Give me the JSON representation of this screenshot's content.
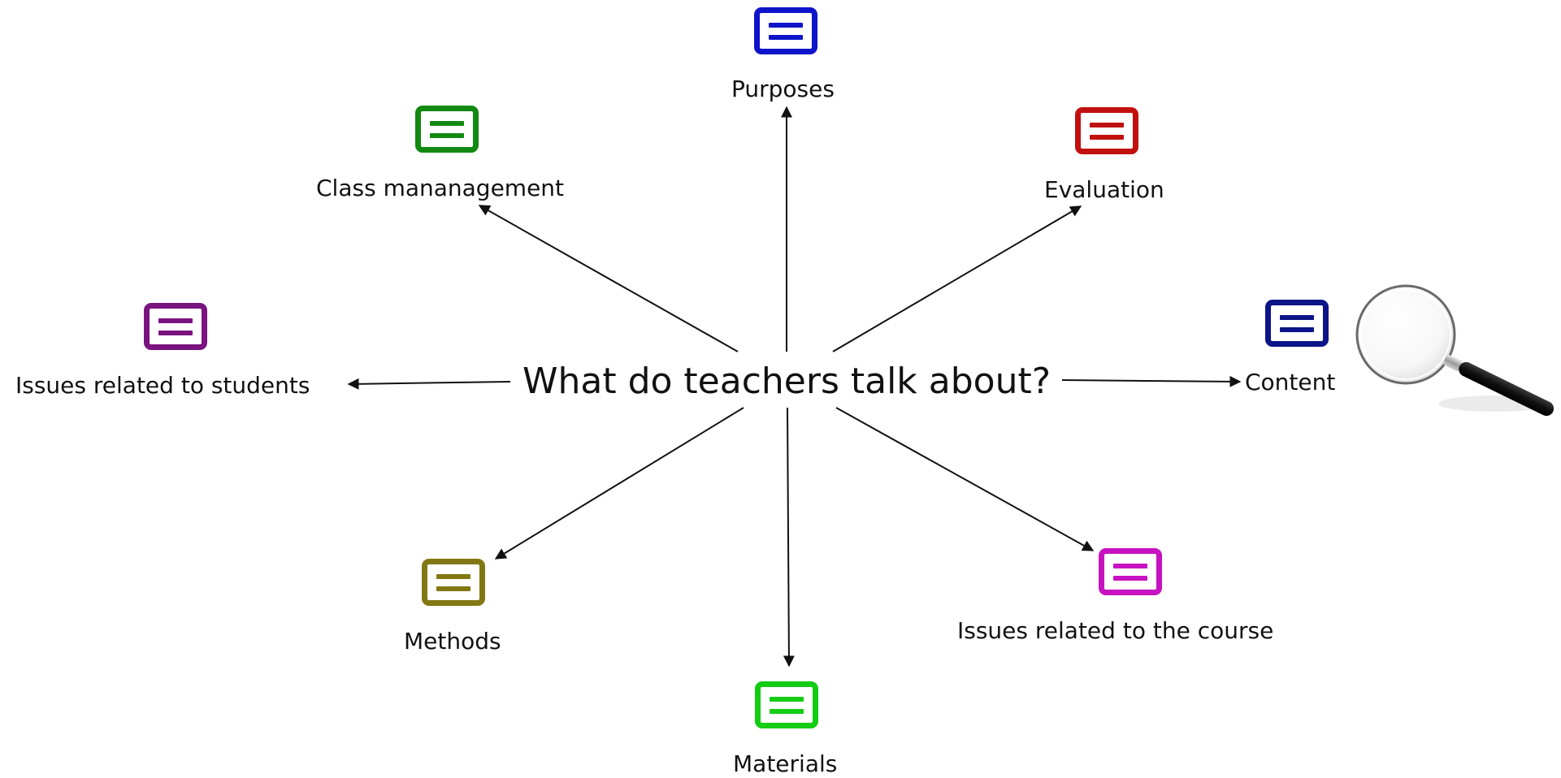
{
  "diagram": {
    "center": {
      "text": "What do teachers talk about?"
    },
    "nodes": [
      {
        "id": "purposes",
        "label": "Purposes",
        "color": "#0d14c9"
      },
      {
        "id": "class-management",
        "label": "Class mananagement",
        "color": "#128a12"
      },
      {
        "id": "evaluation",
        "label": "Evaluation",
        "color": "#c2100f"
      },
      {
        "id": "issues-students",
        "label": "Issues related to students",
        "color": "#7a1280"
      },
      {
        "id": "content",
        "label": "Content",
        "color": "#0c1487"
      },
      {
        "id": "methods",
        "label": "Methods",
        "color": "#827813"
      },
      {
        "id": "issues-course",
        "label": "Issues related to the course",
        "color": "#c612c0"
      },
      {
        "id": "materials",
        "label": "Materials",
        "color": "#14cc14"
      }
    ],
    "edges": [
      {
        "from": "center",
        "to": "purposes"
      },
      {
        "from": "center",
        "to": "class-management"
      },
      {
        "from": "center",
        "to": "evaluation"
      },
      {
        "from": "center",
        "to": "issues-students"
      },
      {
        "from": "center",
        "to": "content"
      },
      {
        "from": "center",
        "to": "methods"
      },
      {
        "from": "center",
        "to": "issues-course"
      },
      {
        "from": "center",
        "to": "materials"
      }
    ],
    "decoration": {
      "icon": "magnifying-glass-icon"
    }
  }
}
